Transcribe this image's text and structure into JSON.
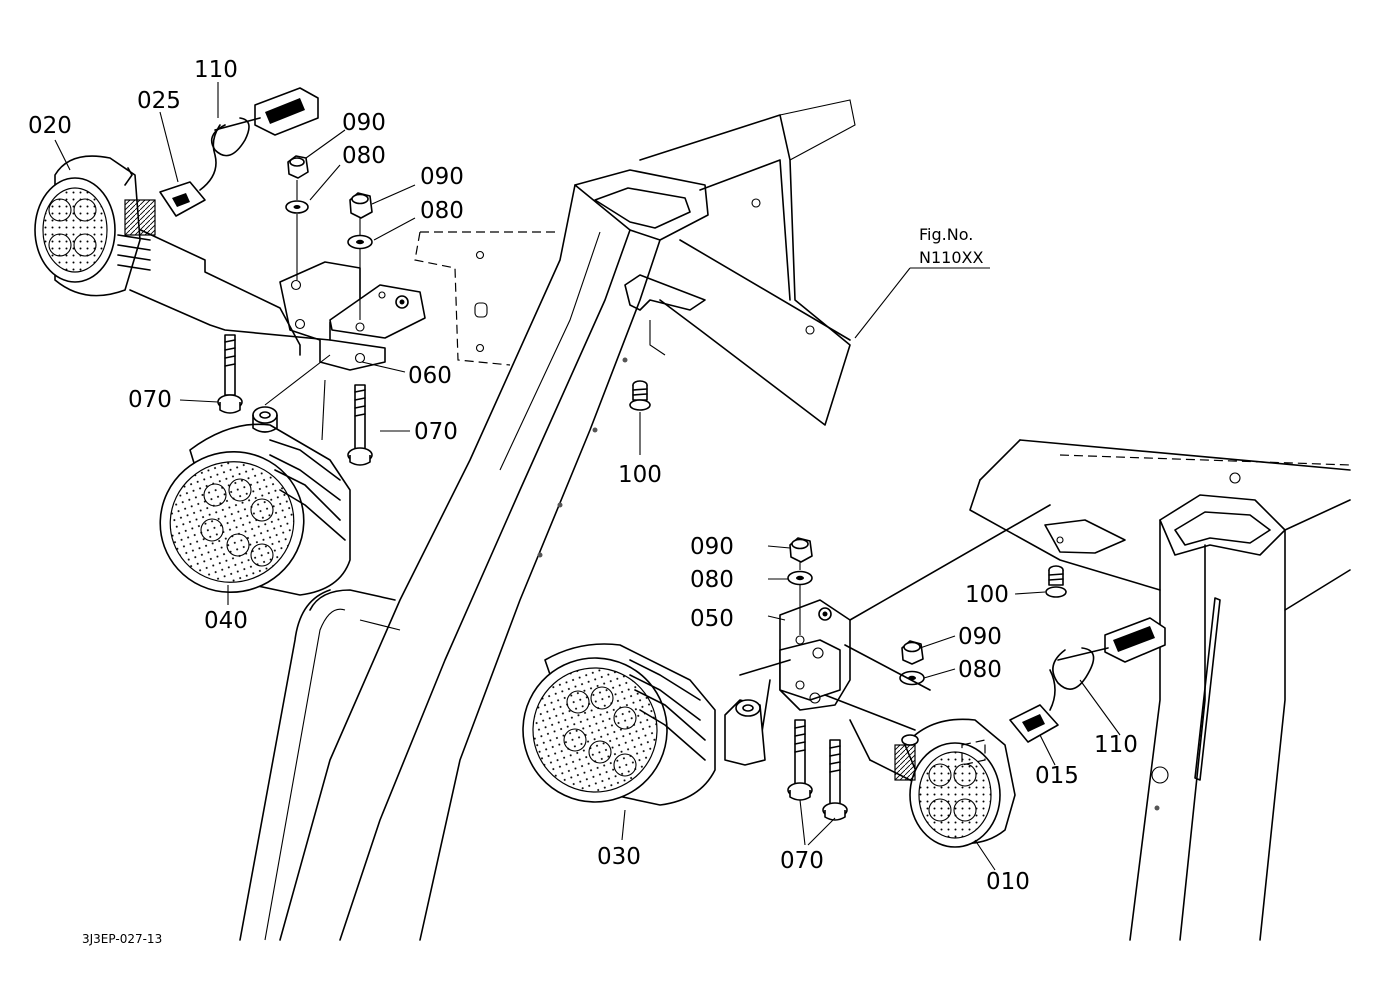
{
  "figure_reference": {
    "line1": "Fig.No.",
    "line2": "N110XX"
  },
  "drawing_code": "3J3EP-027-13",
  "callouts": {
    "p110_top": "110",
    "p025": "025",
    "p020": "020",
    "p090_a": "090",
    "p080_a": "080",
    "p090_b": "090",
    "p080_b": "080",
    "p060": "060",
    "p070_a": "070",
    "p070_b": "070",
    "p040": "040",
    "p100_a": "100",
    "p090_c": "090",
    "p080_c": "080",
    "p050": "050",
    "p100_b": "100",
    "p090_d": "090",
    "p080_d": "080",
    "p110_bottom": "110",
    "p015": "015",
    "p030": "030",
    "p070_c": "070",
    "p010": "010"
  }
}
